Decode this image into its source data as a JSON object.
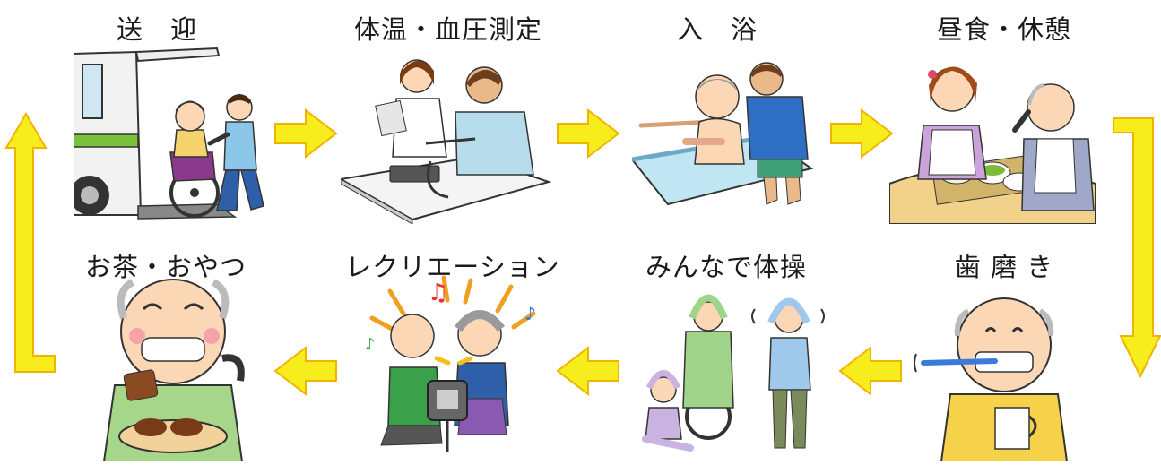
{
  "colors": {
    "arrow_fill": "#f7ec1c",
    "arrow_stroke": "#f0b400"
  },
  "flow": {
    "direction_top_row": "left-to-right",
    "direction_bottom_row": "right-to-left",
    "loop": "closed cycle"
  },
  "steps": [
    {
      "order": 1,
      "label": "送　迎",
      "icon": "van-wheelchair-icon"
    },
    {
      "order": 2,
      "label": "体温・血圧測定",
      "icon": "blood-pressure-icon"
    },
    {
      "order": 3,
      "label": "入　浴",
      "icon": "bathing-icon"
    },
    {
      "order": 4,
      "label": "昼食・休憩",
      "icon": "lunch-icon"
    },
    {
      "order": 5,
      "label": "歯 磨 き",
      "icon": "toothbrush-icon"
    },
    {
      "order": 6,
      "label": "みんなで体操",
      "icon": "exercise-icon"
    },
    {
      "order": 7,
      "label": "レクリエーション",
      "icon": "karaoke-icon"
    },
    {
      "order": 8,
      "label": "お茶・おやつ",
      "icon": "snack-icon"
    }
  ]
}
